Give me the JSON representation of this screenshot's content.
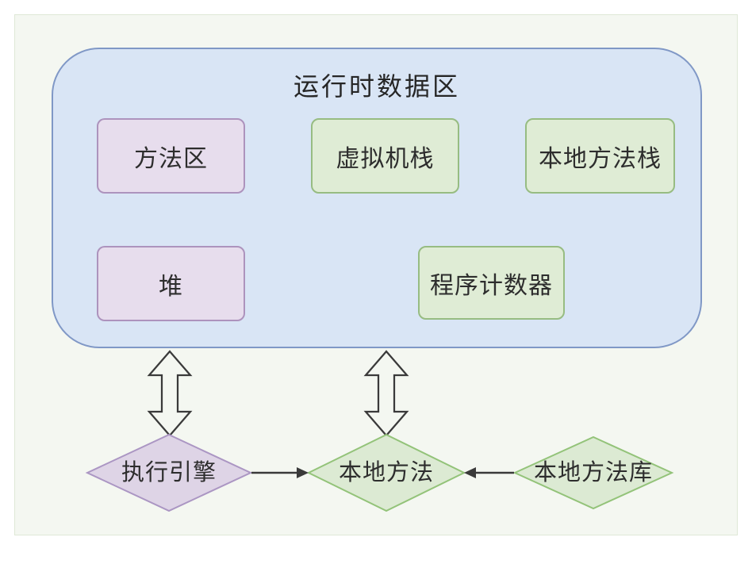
{
  "diagram": {
    "title": "运行时数据区",
    "runtime_boxes": [
      {
        "id": "method-area",
        "label": "方法区",
        "style": "purple"
      },
      {
        "id": "vm-stack",
        "label": "虚拟机栈",
        "style": "green"
      },
      {
        "id": "native-method-stack",
        "label": "本地方法栈",
        "style": "green"
      },
      {
        "id": "heap",
        "label": "堆",
        "style": "purple"
      },
      {
        "id": "program-counter-register",
        "label": "程序计数器",
        "style": "green"
      }
    ],
    "engine_nodes": [
      {
        "id": "execution-engine",
        "label": "执行引擎",
        "shape": "diamond",
        "style": "purple"
      },
      {
        "id": "native-method",
        "label": "本地方法",
        "shape": "diamond",
        "style": "green"
      },
      {
        "id": "native-method-library",
        "label": "本地方法库",
        "shape": "diamond",
        "style": "green"
      }
    ],
    "connectors": [
      {
        "type": "bidirectional-hollow-arrow",
        "from": "运行时数据区",
        "to": "执行引擎"
      },
      {
        "type": "bidirectional-hollow-arrow",
        "from": "运行时数据区",
        "to": "本地方法"
      },
      {
        "type": "arrow",
        "from": "执行引擎",
        "to": "本地方法"
      },
      {
        "type": "arrow",
        "from": "本地方法库",
        "to": "本地方法"
      }
    ],
    "colors": {
      "canvas_bg": "#f4f7f1",
      "canvas_border": "#dfe8d6",
      "container_fill": "#d9e5f5",
      "container_border": "#8098c6",
      "purple_fill": "#e7dded",
      "purple_border": "#ad93bd",
      "green_fill": "#dfecd5",
      "green_border": "#97bc82",
      "diamond_purple_fill": "#ded4e6",
      "diamond_purple_border": "#ab96c3",
      "diamond_green_fill": "#dcead3",
      "diamond_green_border": "#93c379",
      "arrow_stroke": "#3a3a3a",
      "text": "#2d2d2d"
    }
  }
}
